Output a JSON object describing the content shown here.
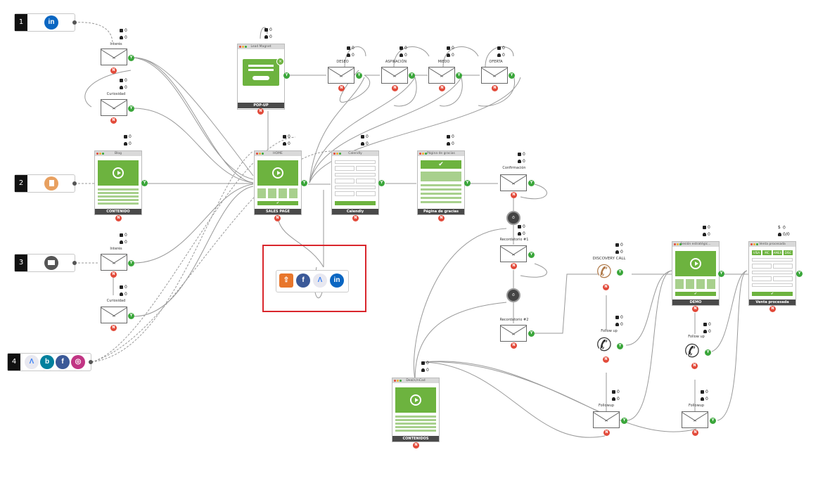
{
  "sources": [
    {
      "num": "1",
      "icons": [
        "linkedin-icon"
      ]
    },
    {
      "num": "2",
      "icons": [
        "document-icon"
      ]
    },
    {
      "num": "3",
      "icons": [
        "mail-icon"
      ]
    },
    {
      "num": "4",
      "icons": [
        "google-ads-icon",
        "bing-icon",
        "facebook-icon",
        "instagram-icon"
      ]
    }
  ],
  "icon_glyphs": {
    "linkedin": "in",
    "facebook": "f",
    "bing": "b",
    "instagram": "◎",
    "ads": "Λ",
    "upload": "⇧"
  },
  "stats_zero": "0",
  "stats_dollar": "$",
  "stats_ratio": "0/0",
  "emails": [
    {
      "label": "Interés"
    },
    {
      "label": "Curiosidad"
    },
    {
      "label": "Interés"
    },
    {
      "label": "Curiosidad"
    },
    {
      "label": "DESEO"
    },
    {
      "label": "ASPIRACIÓN"
    },
    {
      "label": "MIEDO"
    },
    {
      "label": "OFERTA"
    },
    {
      "label": "Confirmación"
    },
    {
      "label": "Recordatorio #1"
    },
    {
      "label": "Recordatorio #2"
    },
    {
      "label": "Followup"
    },
    {
      "label": "Followup"
    }
  ],
  "calls": [
    {
      "label": "DISCOVERY CALL"
    },
    {
      "label": "Follow up"
    },
    {
      "label": "Follow up"
    }
  ],
  "pages": {
    "popup": {
      "title": "Lead Magnet",
      "footer": "POP-UP"
    },
    "blog": {
      "title": "Blog",
      "footer": "CONTENIDO"
    },
    "home": {
      "title": "HOME",
      "footer": "SALES PAGE"
    },
    "calendly": {
      "title": "Calendly",
      "footer": "Calendly"
    },
    "gracias": {
      "title": "Página de gracias",
      "footer": "Página de gracias"
    },
    "demo": {
      "title": "Sesión estratégic...",
      "footer": "DEMO"
    },
    "venta": {
      "title": "Venta procesada",
      "footer": "Venta procesada"
    },
    "contenidos": {
      "title": "Deal/c/nCad",
      "footer": "CONTENIDOS"
    }
  },
  "badges": {
    "yes": "Y",
    "no": "N"
  },
  "payment_cards": [
    "VISA",
    "MC",
    "AMEX",
    "DISC"
  ],
  "colors": {
    "green": "#6db33f",
    "red_box": "#d9262c",
    "linkedin": "#0a66c2",
    "doc_orange": "#e8a060",
    "facebook": "#3b5998",
    "instagram": "#c13584",
    "bing": "#00809d",
    "upload_orange": "#e8762c"
  }
}
